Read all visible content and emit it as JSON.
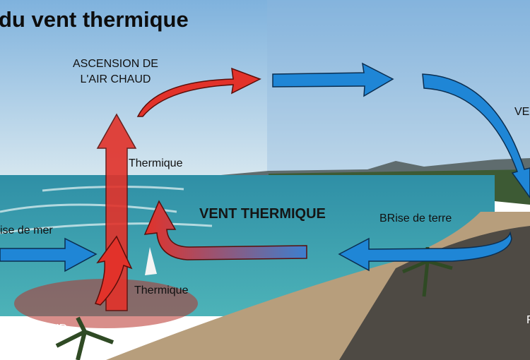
{
  "title": "du vent thermique",
  "labels": {
    "ascension": [
      "ASCENSION DE",
      "L'AIR CHAUD"
    ],
    "thermique_top": "Thermique",
    "thermique_bottom": "Thermique",
    "vent_thermique": "VENT THERMIQUE",
    "brise_terre": "BRise de terre",
    "brise_mer": "ise de mer",
    "terre_chaud": "RRE CHAUD",
    "right_top_cut": "VE",
    "right_bottom_cut": "F"
  },
  "colors": {
    "warm_arrow": "#e2322a",
    "cool_arrow": "#1f86d6",
    "sky": "#a9cdea",
    "sea": "#3aa3b4",
    "sand": "#c9a97c"
  }
}
